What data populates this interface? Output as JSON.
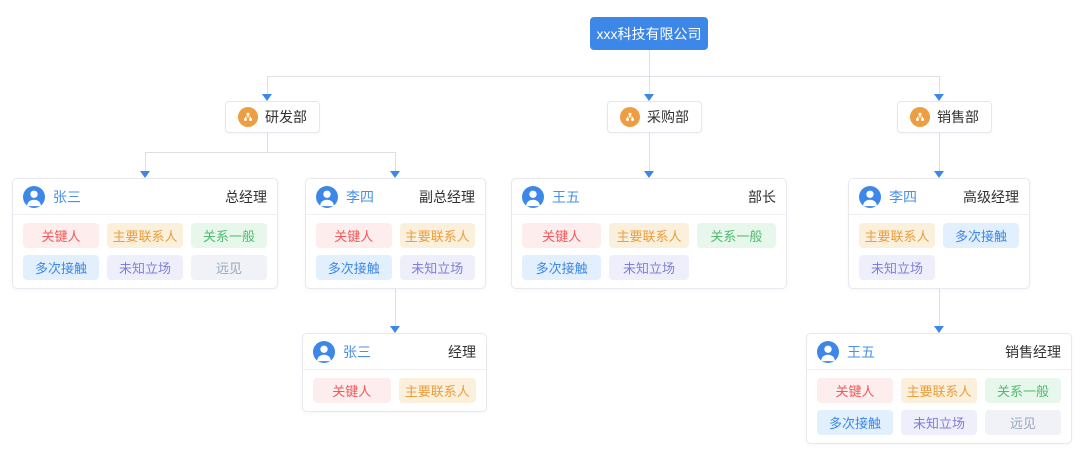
{
  "company": {
    "name": "xxx科技有限公司"
  },
  "departments": [
    {
      "label": "研发部"
    },
    {
      "label": "采购部"
    },
    {
      "label": "销售部"
    }
  ],
  "cards": [
    {
      "name": "张三",
      "title": "总经理",
      "tags": [
        "key_person",
        "main_contact",
        "relation_normal",
        "multi_contact",
        "unknown_stance",
        "vision"
      ]
    },
    {
      "name": "李四",
      "title": "副总经理",
      "tags": [
        "key_person",
        "main_contact",
        "multi_contact",
        "unknown_stance"
      ]
    },
    {
      "name": "王五",
      "title": "部长",
      "tags": [
        "key_person",
        "main_contact",
        "relation_normal",
        "multi_contact",
        "unknown_stance"
      ]
    },
    {
      "name": "李四",
      "title": "高级经理",
      "tags": [
        "main_contact",
        "multi_contact",
        "unknown_stance"
      ]
    },
    {
      "name": "张三",
      "title": "经理",
      "tags": [
        "key_person",
        "main_contact"
      ]
    },
    {
      "name": "王五",
      "title": "销售经理",
      "tags": [
        "key_person",
        "main_contact",
        "relation_normal",
        "multi_contact",
        "unknown_stance",
        "vision"
      ]
    }
  ],
  "tags": {
    "key_person": {
      "label": "关键人",
      "bg": "#fdeded",
      "color": "#f05a5a"
    },
    "main_contact": {
      "label": "主要联系人",
      "bg": "#fbf0dc",
      "color": "#eb9e3e"
    },
    "relation_normal": {
      "label": "关系一般",
      "bg": "#e7f7ec",
      "color": "#53b96f"
    },
    "multi_contact": {
      "label": "多次接触",
      "bg": "#e2f0fe",
      "color": "#3d87e8"
    },
    "unknown_stance": {
      "label": "未知立场",
      "bg": "#efeffb",
      "color": "#7f7fd5"
    },
    "vision": {
      "label": "远见",
      "bg": "#f0f2f7",
      "color": "#9aa6ba"
    }
  },
  "colors": {
    "accent": "#3d87e8",
    "department_icon": "#ee9e42",
    "connector": "#dcdfe6"
  }
}
